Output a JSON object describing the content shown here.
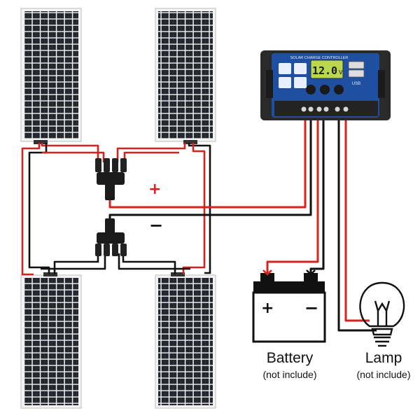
{
  "controller": {
    "title": "SOLAR CHARGE CONTROLLER",
    "voltage": "12.0",
    "unit": "V",
    "usb_label": "USB"
  },
  "wiring": {
    "positive_sign": "+",
    "negative_sign": "−"
  },
  "battery": {
    "terminal_pos": "+",
    "terminal_neg": "−",
    "label": "Battery",
    "note": "(not include)"
  },
  "lamp": {
    "label": "Lamp",
    "note": "(not include)"
  },
  "colors": {
    "positive_wire": "#d9211d",
    "negative_wire": "#111111",
    "panel_cell": "#23262c",
    "controller_body": "#1f4fa0",
    "lcd": "#b9d84e"
  }
}
